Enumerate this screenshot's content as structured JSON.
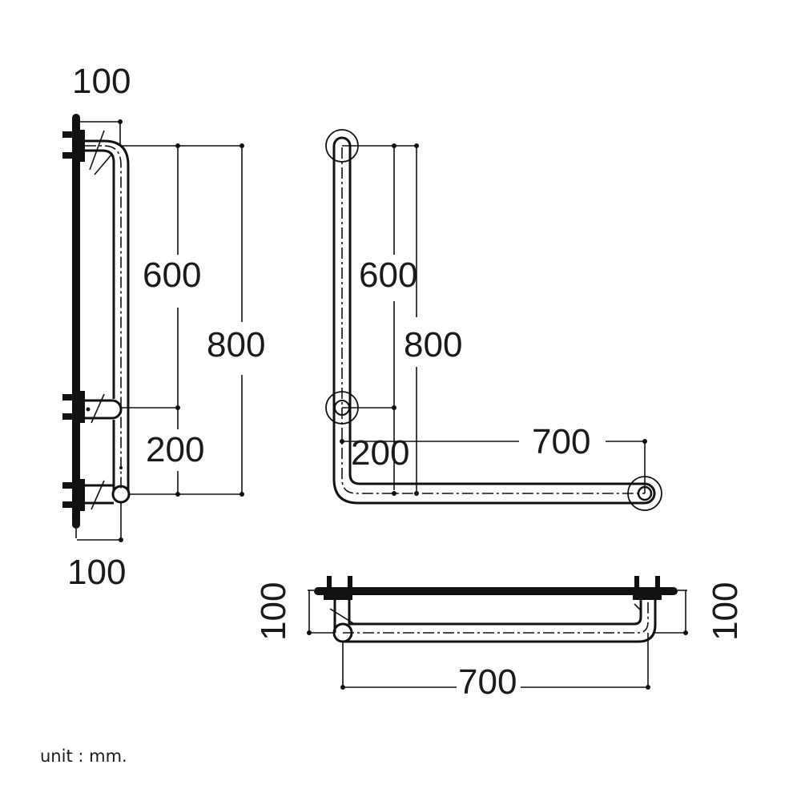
{
  "diagram": {
    "type": "technical-drawing",
    "subject": "L-shaped grab bar, dimensioned views",
    "unit_label": "unit : mm.",
    "side_view": {
      "top_offset": "100",
      "bottom_offset": "100",
      "upper_segment": "600",
      "lower_segment": "200",
      "overall_height": "800"
    },
    "front_view": {
      "upper_segment": "600",
      "overall_height": "800",
      "lower_segment": "200",
      "horizontal_length": "700"
    },
    "top_view": {
      "left_projection": "100",
      "right_projection": "100",
      "length": "700"
    },
    "colors": {
      "line": "#111111",
      "background": "#ffffff"
    }
  }
}
